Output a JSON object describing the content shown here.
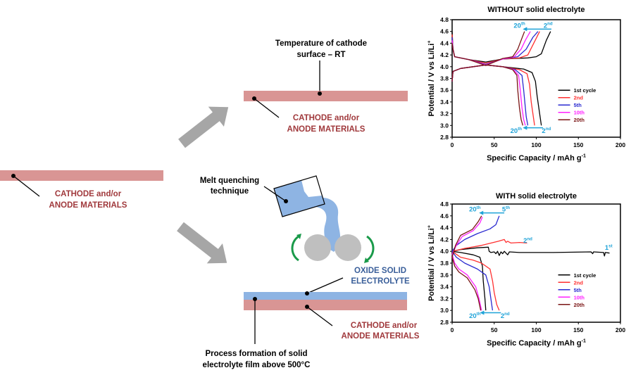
{
  "diagram": {
    "left_layer_label": [
      "CATHODE and/or",
      "ANODE MATERIALS"
    ],
    "top_path": {
      "temperature_label": [
        "Temperature of cathode",
        "surface – RT"
      ],
      "layer_label": [
        "CATHODE and/or",
        "ANODE MATERIALS"
      ]
    },
    "bottom_path": {
      "technique_label": [
        "Melt quenching",
        "technique"
      ],
      "electrolyte_label": [
        "OXIDE SOLID",
        "ELECTROLYTE"
      ],
      "layer_label": [
        "CATHODE and/or",
        "ANODE MATERIALS"
      ],
      "process_label": [
        "Process formation of solid",
        "electrolyte film above 500°C"
      ]
    },
    "colors": {
      "cathode_layer": "#d99594",
      "cathode_text": "#a0393c",
      "electrolyte_layer": "#8eb4e3",
      "electrolyte_text": "#3a5f9a",
      "arrow": "#a6a6a6",
      "roller": "#bfbfbf",
      "rotation_arrow": "#1a9a4a",
      "annotation": "#1fa3d8"
    },
    "icons": [
      "gray-block-arrow-icon",
      "crucible-icon",
      "roller-icon",
      "rotation-arrow-icon"
    ]
  },
  "chart_data": [
    {
      "type": "line",
      "title": "WITHOUT solid  electrolyte",
      "xlabel": "Specific Capacity / mAh g",
      "xlabel_sup": "-1",
      "ylabel": "Potential / V vs Li/Li",
      "ylabel_sup": "+",
      "xlim": [
        0,
        200
      ],
      "ylim": [
        2.8,
        4.8
      ],
      "xticks": [
        "0",
        "50",
        "100",
        "150",
        "200"
      ],
      "yticks": [
        "2.8",
        "3.0",
        "3.2",
        "3.4",
        "3.6",
        "3.8",
        "4.0",
        "4.2",
        "4.4",
        "4.6",
        "4.8"
      ],
      "grid": false,
      "legend_position": "center-right",
      "series": [
        {
          "name": "1st cycle",
          "color": "#000000",
          "charge": [
            [
              0,
              4.6
            ],
            [
              1,
              4.3
            ],
            [
              3,
              4.17
            ],
            [
              20,
              4.12
            ],
            [
              40,
              4.08
            ],
            [
              60,
              4.13
            ],
            [
              90,
              4.15
            ],
            [
              100,
              4.17
            ],
            [
              106,
              4.22
            ],
            [
              112,
              4.45
            ],
            [
              117,
              4.6
            ]
          ],
          "discharge": [
            [
              0,
              3.75
            ],
            [
              1,
              3.92
            ],
            [
              10,
              3.97
            ],
            [
              40,
              4.03
            ],
            [
              60,
              4.0
            ],
            [
              85,
              3.96
            ],
            [
              95,
              3.9
            ],
            [
              99,
              3.75
            ],
            [
              101,
              3.5
            ],
            [
              103,
              3.3
            ],
            [
              106,
              3.0
            ]
          ]
        },
        {
          "name": "2nd",
          "color": "#ff3030",
          "charge": [
            [
              0,
              4.55
            ],
            [
              1,
              4.3
            ],
            [
              3,
              4.17
            ],
            [
              20,
              4.12
            ],
            [
              40,
              4.06
            ],
            [
              60,
              4.13
            ],
            [
              80,
              4.15
            ],
            [
              90,
              4.2
            ],
            [
              97,
              4.4
            ],
            [
              104,
              4.6
            ]
          ],
          "discharge": [
            [
              0,
              3.75
            ],
            [
              1,
              3.92
            ],
            [
              10,
              3.97
            ],
            [
              40,
              4.03
            ],
            [
              60,
              4.0
            ],
            [
              80,
              3.95
            ],
            [
              89,
              3.88
            ],
            [
              92,
              3.7
            ],
            [
              94,
              3.4
            ],
            [
              96,
              3.2
            ],
            [
              98,
              3.0
            ]
          ]
        },
        {
          "name": "5th",
          "color": "#2a2ad0",
          "charge": [
            [
              0,
              4.5
            ],
            [
              1,
              4.3
            ],
            [
              3,
              4.17
            ],
            [
              20,
              4.12
            ],
            [
              40,
              4.04
            ],
            [
              60,
              4.13
            ],
            [
              78,
              4.17
            ],
            [
              88,
              4.3
            ],
            [
              96,
              4.5
            ],
            [
              102,
              4.6
            ]
          ],
          "discharge": [
            [
              0,
              3.75
            ],
            [
              1,
              3.92
            ],
            [
              10,
              3.97
            ],
            [
              40,
              4.03
            ],
            [
              60,
              4.0
            ],
            [
              75,
              3.95
            ],
            [
              83,
              3.85
            ],
            [
              85,
              3.6
            ],
            [
              87,
              3.3
            ],
            [
              88,
              3.15
            ],
            [
              90,
              3.0
            ]
          ]
        },
        {
          "name": "10th",
          "color": "#ff20ff",
          "charge": [
            [
              0,
              4.45
            ],
            [
              1,
              4.3
            ],
            [
              3,
              4.17
            ],
            [
              20,
              4.12
            ],
            [
              40,
              4.03
            ],
            [
              60,
              4.13
            ],
            [
              74,
              4.17
            ],
            [
              82,
              4.3
            ],
            [
              87,
              4.45
            ],
            [
              93,
              4.6
            ]
          ],
          "discharge": [
            [
              0,
              3.75
            ],
            [
              1,
              3.92
            ],
            [
              10,
              3.97
            ],
            [
              40,
              4.03
            ],
            [
              60,
              4.0
            ],
            [
              73,
              3.95
            ],
            [
              79,
              3.85
            ],
            [
              81,
              3.6
            ],
            [
              83,
              3.3
            ],
            [
              85,
              3.1
            ],
            [
              87,
              3.0
            ]
          ]
        },
        {
          "name": "20th",
          "color": "#7a1414",
          "charge": [
            [
              0,
              4.4
            ],
            [
              1,
              4.3
            ],
            [
              3,
              4.17
            ],
            [
              20,
              4.12
            ],
            [
              40,
              4.02
            ],
            [
              60,
              4.14
            ],
            [
              72,
              4.17
            ],
            [
              78,
              4.3
            ],
            [
              82,
              4.45
            ],
            [
              86,
              4.6
            ]
          ],
          "discharge": [
            [
              0,
              3.75
            ],
            [
              1,
              3.92
            ],
            [
              10,
              3.97
            ],
            [
              40,
              4.03
            ],
            [
              60,
              4.0
            ],
            [
              72,
              3.95
            ],
            [
              77,
              3.85
            ],
            [
              78,
              3.6
            ],
            [
              80,
              3.3
            ],
            [
              82,
              3.1
            ],
            [
              84,
              3.0
            ]
          ]
        }
      ],
      "annotations": [
        {
          "text": "20",
          "sup": "th",
          "x": 80,
          "y": 4.7
        },
        {
          "text": "2",
          "sup": "nd",
          "x": 114,
          "y": 4.7
        },
        {
          "text": "20",
          "sup": "th",
          "x": 76,
          "y": 2.91
        },
        {
          "text": "2",
          "sup": "nd",
          "x": 112,
          "y": 2.91
        }
      ],
      "arrows": [
        {
          "from": [
            118,
            4.64
          ],
          "to": [
            84,
            4.64
          ]
        },
        {
          "from": [
            108,
            2.96
          ],
          "to": [
            84,
            2.96
          ]
        }
      ]
    },
    {
      "type": "line",
      "title": "WITH solid  electrolyte",
      "xlabel": "Specific Capacity / mAh g",
      "xlabel_sup": "-1",
      "ylabel": "Potential / V vs Li/Li",
      "ylabel_sup": "+",
      "xlim": [
        0,
        200
      ],
      "ylim": [
        2.8,
        4.8
      ],
      "xticks": [
        "0",
        "50",
        "100",
        "150",
        "200"
      ],
      "yticks": [
        "2.8",
        "3.0",
        "3.2",
        "3.4",
        "3.6",
        "3.8",
        "4.0",
        "4.2",
        "4.4",
        "4.6",
        "4.8"
      ],
      "grid": false,
      "legend_position": "center-right",
      "series": [
        {
          "name": "1st cycle",
          "color": "#000000",
          "charge": [
            [
              0,
              4.0
            ],
            [
              10,
              4.03
            ],
            [
              30,
              4.06
            ],
            [
              43,
              4.07
            ],
            [
              44,
              4.0
            ],
            [
              46,
              3.98
            ],
            [
              50,
              3.99
            ],
            [
              52,
              3.96
            ],
            [
              54,
              4.0
            ],
            [
              56,
              3.93
            ],
            [
              58,
              3.99
            ],
            [
              60,
              3.96
            ],
            [
              62,
              4.0
            ],
            [
              64,
              3.97
            ],
            [
              66,
              3.94
            ],
            [
              68,
              3.99
            ],
            [
              80,
              3.98
            ],
            [
              120,
              3.98
            ],
            [
              165,
              3.99
            ],
            [
              167,
              3.96
            ],
            [
              168,
              3.99
            ],
            [
              180,
              3.98
            ],
            [
              181,
              3.92
            ],
            [
              182,
              3.98
            ],
            [
              187,
              3.97
            ]
          ],
          "discharge": [
            [
              0,
              4.0
            ],
            [
              10,
              3.98
            ],
            [
              25,
              3.94
            ],
            [
              33,
              3.9
            ],
            [
              36,
              3.75
            ],
            [
              37,
              3.5
            ],
            [
              39,
              3.2
            ],
            [
              40,
              3.0
            ]
          ]
        },
        {
          "name": "2nd",
          "color": "#ff3030",
          "charge": [
            [
              0,
              4.0
            ],
            [
              15,
              4.05
            ],
            [
              35,
              4.1
            ],
            [
              55,
              4.17
            ],
            [
              62,
              4.2
            ],
            [
              64,
              4.15
            ],
            [
              66,
              4.17
            ],
            [
              70,
              4.14
            ],
            [
              80,
              4.15
            ],
            [
              89,
              4.14
            ]
          ],
          "discharge": [
            [
              0,
              4.0
            ],
            [
              10,
              3.9
            ],
            [
              25,
              3.85
            ],
            [
              35,
              3.8
            ],
            [
              45,
              3.7
            ],
            [
              48,
              3.5
            ],
            [
              50,
              3.3
            ],
            [
              53,
              3.1
            ],
            [
              56,
              3.0
            ]
          ]
        },
        {
          "name": "5th",
          "color": "#2a2ad0",
          "charge": [
            [
              0,
              4.0
            ],
            [
              5,
              4.1
            ],
            [
              15,
              4.2
            ],
            [
              30,
              4.3
            ],
            [
              45,
              4.38
            ],
            [
              52,
              4.45
            ],
            [
              56,
              4.6
            ]
          ],
          "discharge": [
            [
              0,
              4.0
            ],
            [
              5,
              3.9
            ],
            [
              15,
              3.8
            ],
            [
              30,
              3.7
            ],
            [
              40,
              3.6
            ],
            [
              44,
              3.4
            ],
            [
              46,
              3.2
            ],
            [
              48,
              3.0
            ]
          ]
        },
        {
          "name": "10th",
          "color": "#ff20ff",
          "charge": [
            [
              0,
              3.95
            ],
            [
              5,
              4.1
            ],
            [
              12,
              4.25
            ],
            [
              25,
              4.35
            ],
            [
              33,
              4.48
            ],
            [
              36,
              4.58
            ]
          ],
          "discharge": [
            [
              0,
              3.95
            ],
            [
              3,
              3.8
            ],
            [
              8,
              3.7
            ],
            [
              18,
              3.6
            ],
            [
              28,
              3.4
            ],
            [
              32,
              3.2
            ],
            [
              35,
              3.0
            ]
          ]
        },
        {
          "name": "20th",
          "color": "#7a1414",
          "charge": [
            [
              0,
              3.9
            ],
            [
              4,
              4.1
            ],
            [
              10,
              4.27
            ],
            [
              24,
              4.37
            ],
            [
              31,
              4.5
            ],
            [
              35,
              4.6
            ]
          ],
          "discharge": [
            [
              0,
              3.9
            ],
            [
              3,
              3.75
            ],
            [
              8,
              3.65
            ],
            [
              18,
              3.55
            ],
            [
              27,
              3.35
            ],
            [
              31,
              3.2
            ],
            [
              34,
              3.0
            ]
          ]
        }
      ],
      "annotations": [
        {
          "text": "20",
          "sup": "th",
          "x": 27,
          "y": 4.71
        },
        {
          "text": "5",
          "sup": "th",
          "x": 64,
          "y": 4.71
        },
        {
          "text": "2",
          "sup": "nd",
          "x": 90,
          "y": 4.18
        },
        {
          "text": "1",
          "sup": "st",
          "x": 186,
          "y": 4.06
        },
        {
          "text": "20",
          "sup": "th",
          "x": 27,
          "y": 2.91
        },
        {
          "text": "2",
          "sup": "nd",
          "x": 63,
          "y": 2.91
        }
      ],
      "arrows": [
        {
          "from": [
            62,
            4.65
          ],
          "to": [
            32,
            4.65
          ]
        },
        {
          "from": [
            58,
            2.96
          ],
          "to": [
            33,
            2.96
          ]
        }
      ]
    }
  ]
}
